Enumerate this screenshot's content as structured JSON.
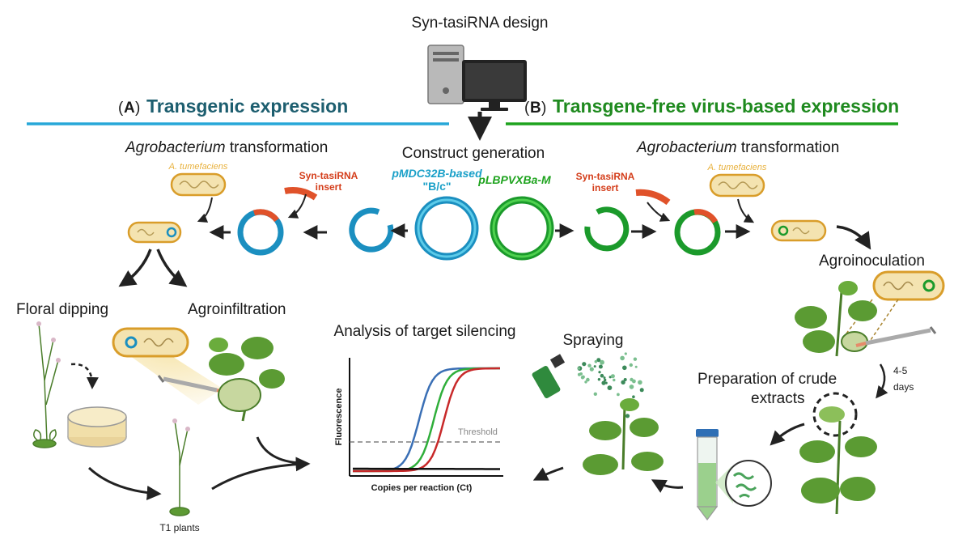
{
  "top": {
    "design_label": "Syn-tasiRNA design",
    "construct_label": "Construct generation"
  },
  "sectionA": {
    "letter": "A",
    "title": "Transgenic expression"
  },
  "sectionB": {
    "letter": "B",
    "title": "Transgene-free virus-based expression"
  },
  "agro": {
    "italic": "Agrobacterium",
    "rest": " transformation"
  },
  "bacterium_label": "A. tumefaciens",
  "insert": {
    "line1": "Syn-tasiRNA",
    "line2": "insert"
  },
  "vectorA": {
    "italic": "pMDC32B",
    "rest": "-based",
    "line2": "\"B/c\""
  },
  "vectorB": {
    "italic": "pLBPVXBa-M"
  },
  "left": {
    "floral": "Floral dipping",
    "agroinf": "Agroinfiltration",
    "t1": "T1 plants"
  },
  "center": {
    "analysis": "Analysis of target silencing"
  },
  "right": {
    "agroinoc": "Agroinoculation",
    "days1": "4-5",
    "days2": "days",
    "crude1": "Preparation of crude",
    "crude2": "extracts",
    "spraying": "Spraying"
  },
  "chart_data": {
    "type": "line",
    "title": "",
    "xlabel": "Copies per reaction (Ct)",
    "ylabel": "Fluorescence",
    "threshold_label": "Threshold",
    "series": [
      {
        "color": "#3a6fb5",
        "midpoint": 0.45
      },
      {
        "color": "#2fae3a",
        "midpoint": 0.55
      },
      {
        "color": "#c8292a",
        "midpoint": 0.62
      },
      {
        "color": "#111111",
        "midpoint": null
      }
    ]
  },
  "colors": {
    "blue_line": "#27a7d8",
    "green_line": "#1ea31e",
    "blue_plasmid": "#1b8fc0",
    "green_plasmid": "#1b9a2b",
    "insert_red": "#e0522a"
  }
}
